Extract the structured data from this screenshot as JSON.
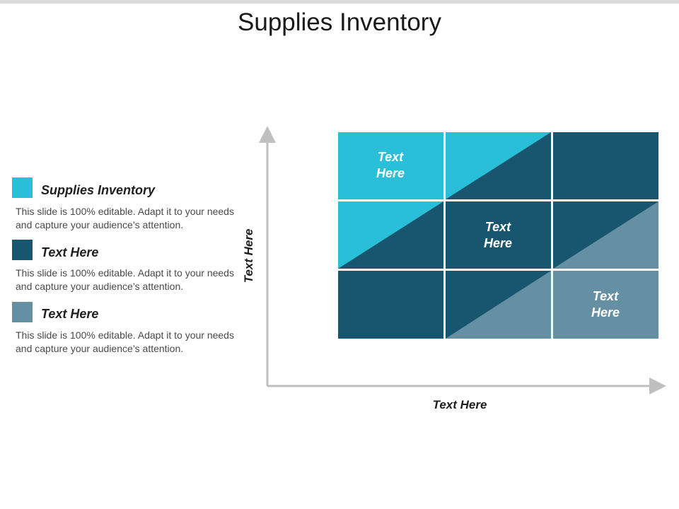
{
  "title": "Supplies Inventory",
  "colors": {
    "light": "#29bfd9",
    "dark": "#185670",
    "gray": "#6590a4",
    "axis": "#bfbfbf"
  },
  "legend": [
    {
      "label": "Supplies Inventory",
      "color": "#29bfd9",
      "desc": "This slide is 100% editable. Adapt it to your needs and capture your audience’s attention."
    },
    {
      "label": "Text  Here",
      "color": "#185670",
      "desc": "This slide is 100% editable. Adapt it to your needs and capture your audience’s attention."
    },
    {
      "label": "Text  Here",
      "color": "#6590a4",
      "desc": "This slide is 100% editable. Adapt it to your needs and capture your audience’s attention."
    }
  ],
  "diagram": {
    "y_axis_label": "Text Here",
    "x_axis_label": "Text Here",
    "cell_labels": [
      "Text\nHere",
      "Text\nHere",
      "Text\nHere"
    ]
  }
}
